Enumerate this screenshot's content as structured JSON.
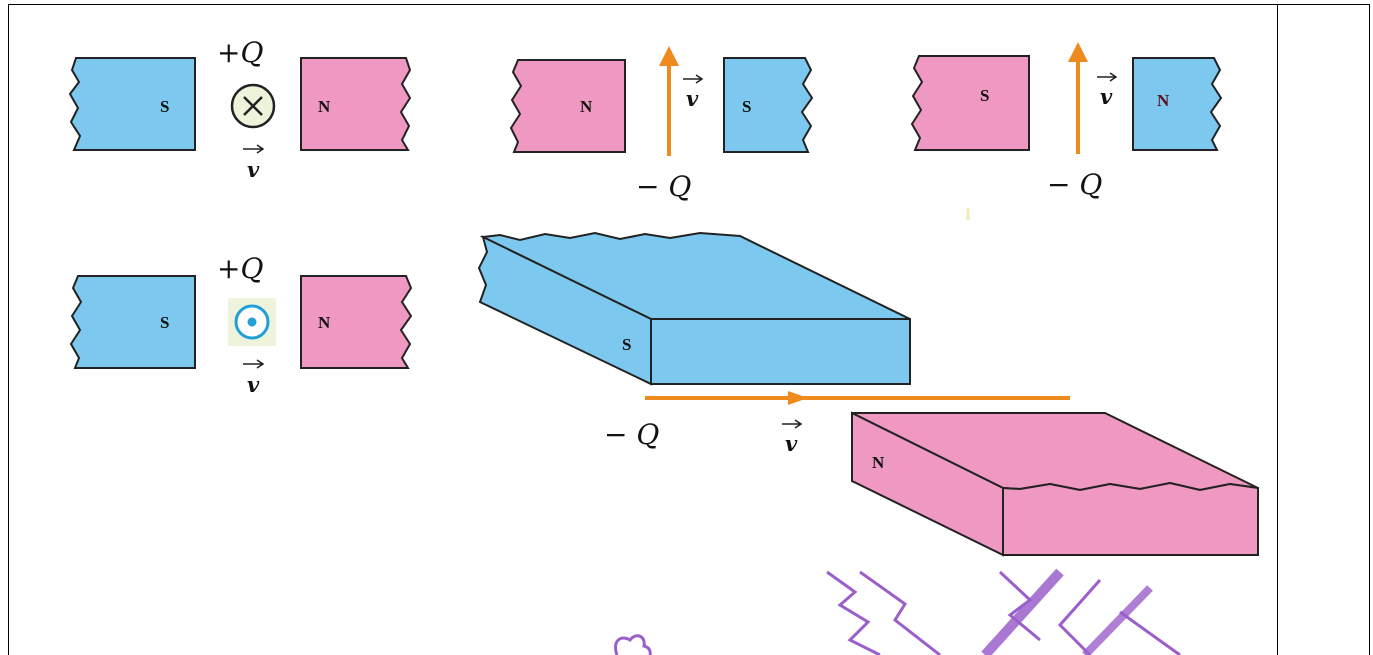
{
  "colors": {
    "south_pole": "#7cc8ef",
    "north_pole": "#ef99c2",
    "velocity_arrow": "#ef8b1e",
    "symbol_bg": "#eef3dc",
    "out_of_page": "#1fa0d8",
    "watermark": "#9b5fcb"
  },
  "labels": {
    "south": "S",
    "north": "N",
    "positive_charge": "+Q",
    "negative_charge": "− Q",
    "velocity": "v"
  },
  "icons": {
    "into_page": "circle-cross-icon",
    "out_of_page": "circle-dot-icon",
    "vector_arrow": "vector-arrow-icon"
  },
  "panels": [
    {
      "id": "into-page",
      "left_pole": "S",
      "right_pole": "N",
      "charge": "+Q",
      "velocity_direction": "into page"
    },
    {
      "id": "up-ns",
      "left_pole": "N",
      "right_pole": "S",
      "charge": "− Q",
      "velocity_direction": "up"
    },
    {
      "id": "up-sn",
      "left_pole": "S",
      "right_pole": "N",
      "charge": "− Q",
      "velocity_direction": "up"
    },
    {
      "id": "out-of-page",
      "left_pole": "S",
      "right_pole": "N",
      "charge": "+Q",
      "velocity_direction": "out of page"
    },
    {
      "id": "slab-3d",
      "top_pole": "S",
      "bottom_pole": "N",
      "charge": "− Q",
      "velocity_direction": "right"
    }
  ]
}
